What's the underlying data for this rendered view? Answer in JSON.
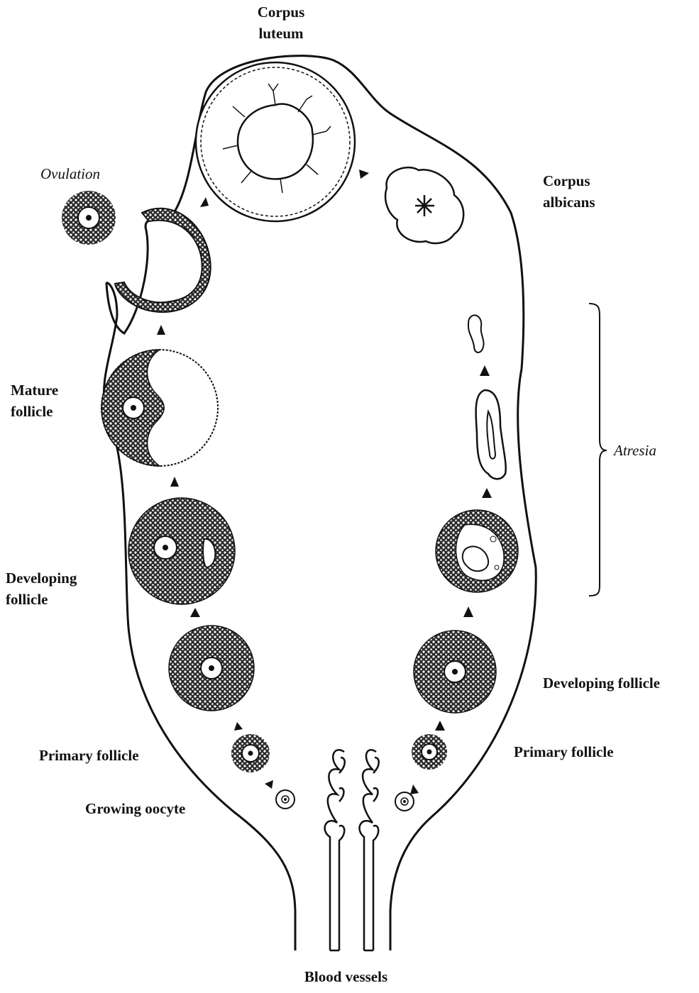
{
  "labels": {
    "corpus_luteum": [
      "Corpus",
      "luteum"
    ],
    "ovulation": "Ovulation",
    "corpus_albicans": [
      "Corpus",
      "albicans"
    ],
    "mature_follicle": [
      "Mature",
      "follicle"
    ],
    "atresia": "Atresia",
    "developing_follicle_left": [
      "Developing",
      "follicle"
    ],
    "developing_follicle_right": "Developing follicle",
    "primary_follicle_left": "Primary follicle",
    "primary_follicle_right": "Primary follicle",
    "growing_oocyte": "Growing oocyte",
    "blood_vessels": "Blood vessels"
  },
  "colors": {
    "ink": "#111111",
    "stipple": "#1a1a1a",
    "paper": "#ffffff"
  }
}
